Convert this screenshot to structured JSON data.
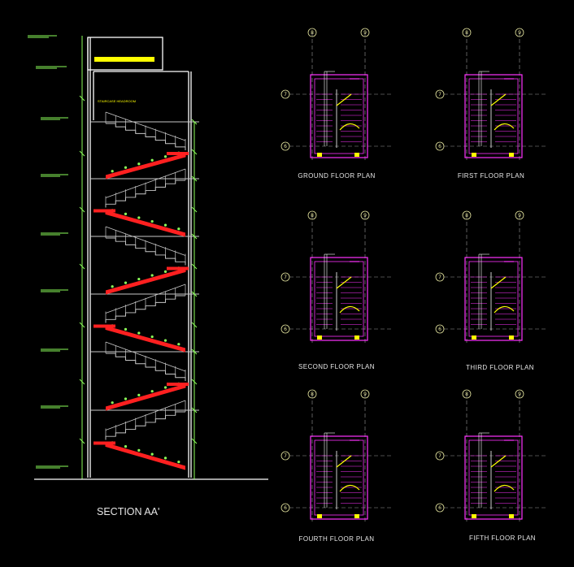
{
  "section": {
    "title": "SECTION AA'",
    "headroom_label": "STAIRCASE HEADROOM",
    "flights": 6
  },
  "plans": [
    {
      "title": "GROUND FLOOR PLAN",
      "grid_top": [
        "8",
        "9"
      ],
      "grid_left": [
        "7",
        "6"
      ]
    },
    {
      "title": "FIRST FLOOR PLAN",
      "grid_top": [
        "8",
        "9"
      ],
      "grid_left": [
        "7",
        "6"
      ]
    },
    {
      "title": "SECOND FLOOR PLAN",
      "grid_top": [
        "8",
        "9"
      ],
      "grid_left": [
        "7",
        "6"
      ]
    },
    {
      "title": "THIRD FLOOR PLAN",
      "grid_top": [
        "8",
        "9"
      ],
      "grid_left": [
        "7",
        "6"
      ]
    },
    {
      "title": "FOURTH FLOOR PLAN",
      "grid_top": [
        "8",
        "9"
      ],
      "grid_left": [
        "7",
        "6"
      ]
    },
    {
      "title": "FIFTH FLOOR PLAN",
      "grid_top": [
        "8",
        "9"
      ],
      "grid_left": [
        "7",
        "6"
      ]
    }
  ],
  "colors": {
    "background": "#000000",
    "wall": "#ffffff",
    "stair_line": "#c8c8c8",
    "stair_red": "#ff2020",
    "railing_green": "#8cff5a",
    "plan_magenta": "#ff33ff",
    "plan_yellow": "#ffff00",
    "grid_line": "#9a9a9a",
    "bubble_yellow": "#e6e6a0"
  }
}
